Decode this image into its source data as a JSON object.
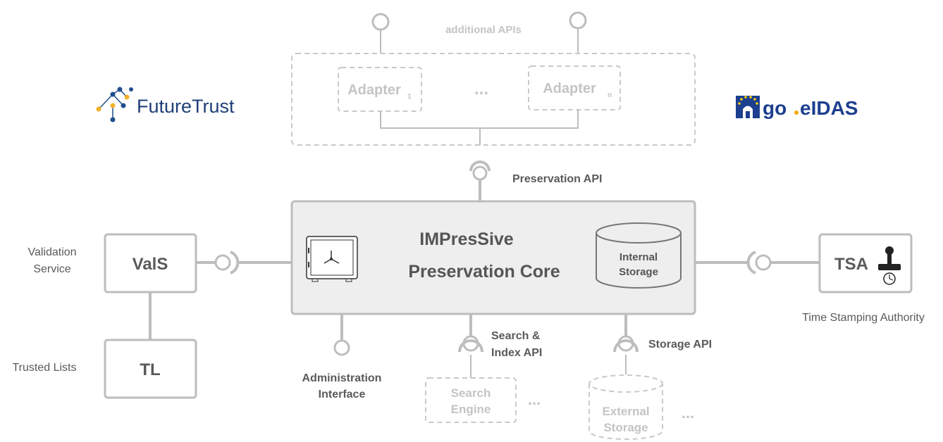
{
  "top": {
    "additional_apis": "additional APIs",
    "adapter_1": "Adapter",
    "adapter_1_sub": "1",
    "adapter_n": "Adapter",
    "adapter_n_sub": "n",
    "ellipsis": "..."
  },
  "logos": {
    "futuretrust": "FutureTrust",
    "goeidas_go": "go",
    "goeidas_eidas": "eIDAS"
  },
  "core": {
    "preservation_api": "Preservation API",
    "title_line1": "IMPresSive",
    "title_line2": "Preservation Core",
    "storage_line1": "Internal",
    "storage_line2": "Storage"
  },
  "left": {
    "vals_caption_line1": "Validation",
    "vals_caption_line2": "Service",
    "vals": "ValS",
    "tl_caption": "Trusted Lists",
    "tl": "TL"
  },
  "right": {
    "tsa": "TSA",
    "tsa_caption": "Time Stamping Authority"
  },
  "bottom": {
    "admin_line1": "Administration",
    "admin_line2": "Interface",
    "search_api_line1": "Search &",
    "search_api_line2": "Index API",
    "search_engine_line1": "Search",
    "search_engine_line2": "Engine",
    "storage_api": "Storage API",
    "external_line1": "External",
    "external_line2": "Storage",
    "ellipsis": "..."
  },
  "colors": {
    "line_gray": "#bdbdbd",
    "core_fill": "#eeeeee",
    "text_dark": "#5a5a5a",
    "text_dim": "#c4c4c4",
    "futuretrust_blue": "#1f4e8c",
    "futuretrust_gold": "#f2b12a",
    "eidas_blue": "#1c3f8f",
    "eidas_star": "#f6d100"
  },
  "icons": [
    "vault-icon",
    "database-icon",
    "stamp-icon",
    "futuretrust-logo-icon",
    "eu-flag-lock-icon"
  ]
}
